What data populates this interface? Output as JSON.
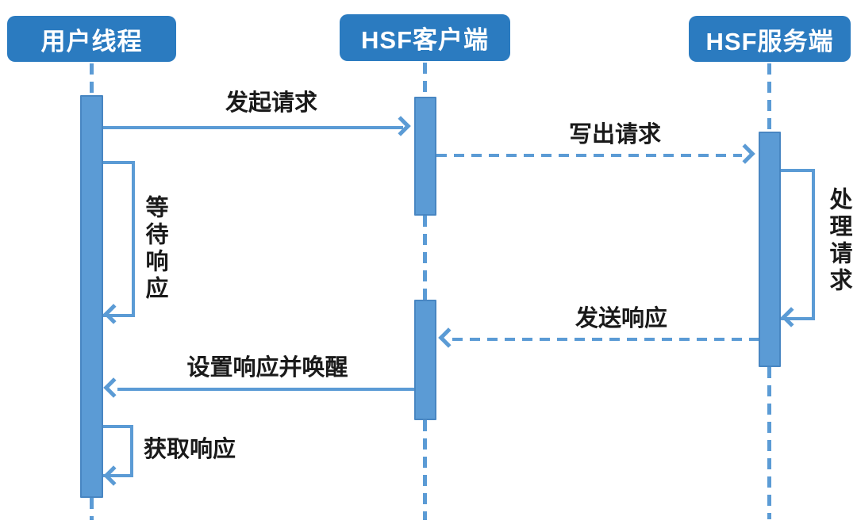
{
  "diagram": {
    "type": "sequence-diagram",
    "participants": [
      {
        "id": "user-thread",
        "label": "用户线程"
      },
      {
        "id": "hsf-client",
        "label": "HSF客户端"
      },
      {
        "id": "hsf-server",
        "label": "HSF服务端"
      }
    ],
    "messages": [
      {
        "label": "发起请求",
        "from": "user-thread",
        "to": "hsf-client",
        "line": "solid"
      },
      {
        "label": "写出请求",
        "from": "hsf-client",
        "to": "hsf-server",
        "line": "dashed"
      },
      {
        "label": "等待响应",
        "from": "user-thread",
        "to": "user-thread",
        "line": "self-loop",
        "orientation": "vertical"
      },
      {
        "label": "处理请求",
        "from": "hsf-server",
        "to": "hsf-server",
        "line": "self-loop",
        "orientation": "vertical"
      },
      {
        "label": "发送响应",
        "from": "hsf-server",
        "to": "hsf-client",
        "line": "dashed"
      },
      {
        "label": "设置响应并唤醒",
        "from": "hsf-client",
        "to": "user-thread",
        "line": "solid"
      },
      {
        "label": "获取响应",
        "from": "user-thread",
        "to": "user-thread",
        "line": "self-loop",
        "orientation": "horizontal"
      }
    ],
    "colors": {
      "header_fill": "#2B7BC0",
      "header_text": "#FFFFFF",
      "bar_fill": "#5B9BD5",
      "bar_border": "#4886C2",
      "line": "#5B9BD5",
      "label_text": "#1A1A1A",
      "background": "#FFFFFF"
    }
  }
}
